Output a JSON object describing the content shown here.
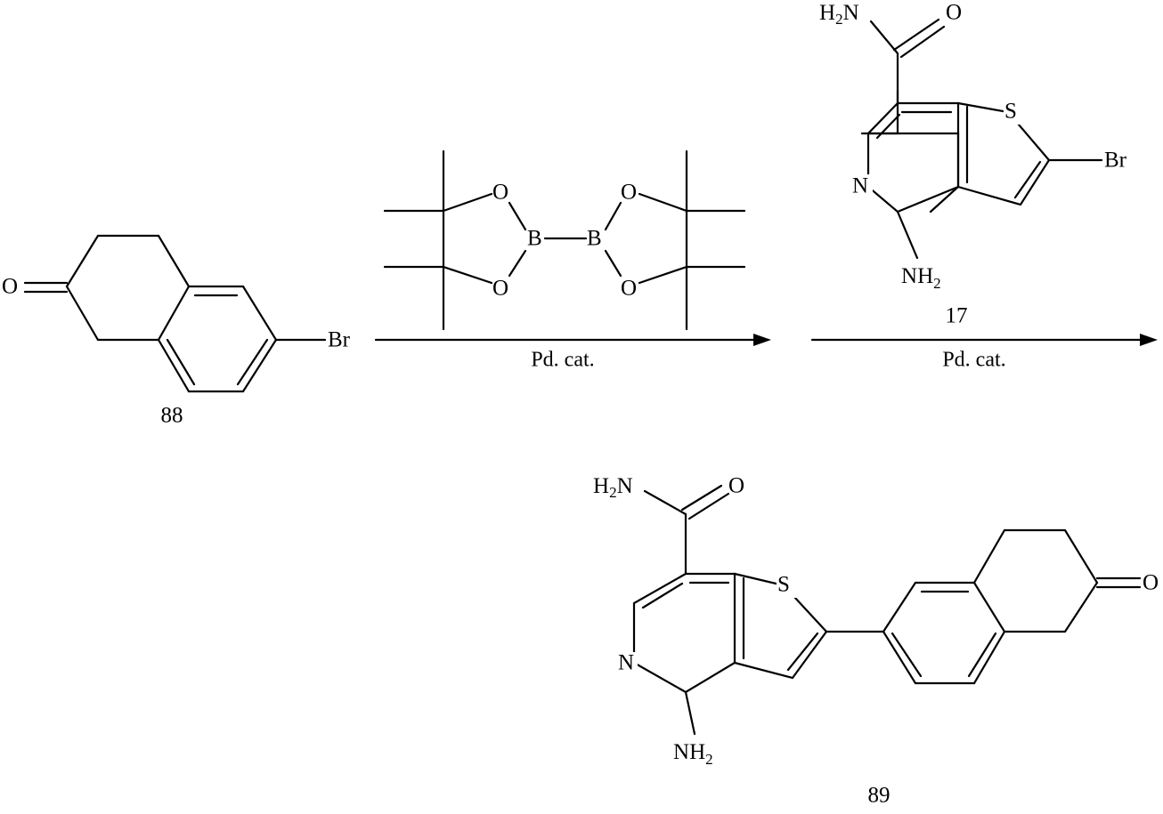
{
  "compounds": {
    "c88": {
      "number": "88"
    },
    "c17": {
      "number": "17"
    },
    "c89": {
      "number": "89"
    }
  },
  "atoms": {
    "oxygen": "O",
    "bromine": "Br",
    "boron": "B",
    "sulfur": "S",
    "nitrogen": "N",
    "amide_h2n_H": "H",
    "amide_h2n_sub": "2",
    "amide_h2n_N": "N",
    "amine_N": "N",
    "amine_H": "H",
    "amine_sub": "2"
  },
  "conditions": {
    "step1": "Pd. cat.",
    "step2": "Pd. cat."
  }
}
